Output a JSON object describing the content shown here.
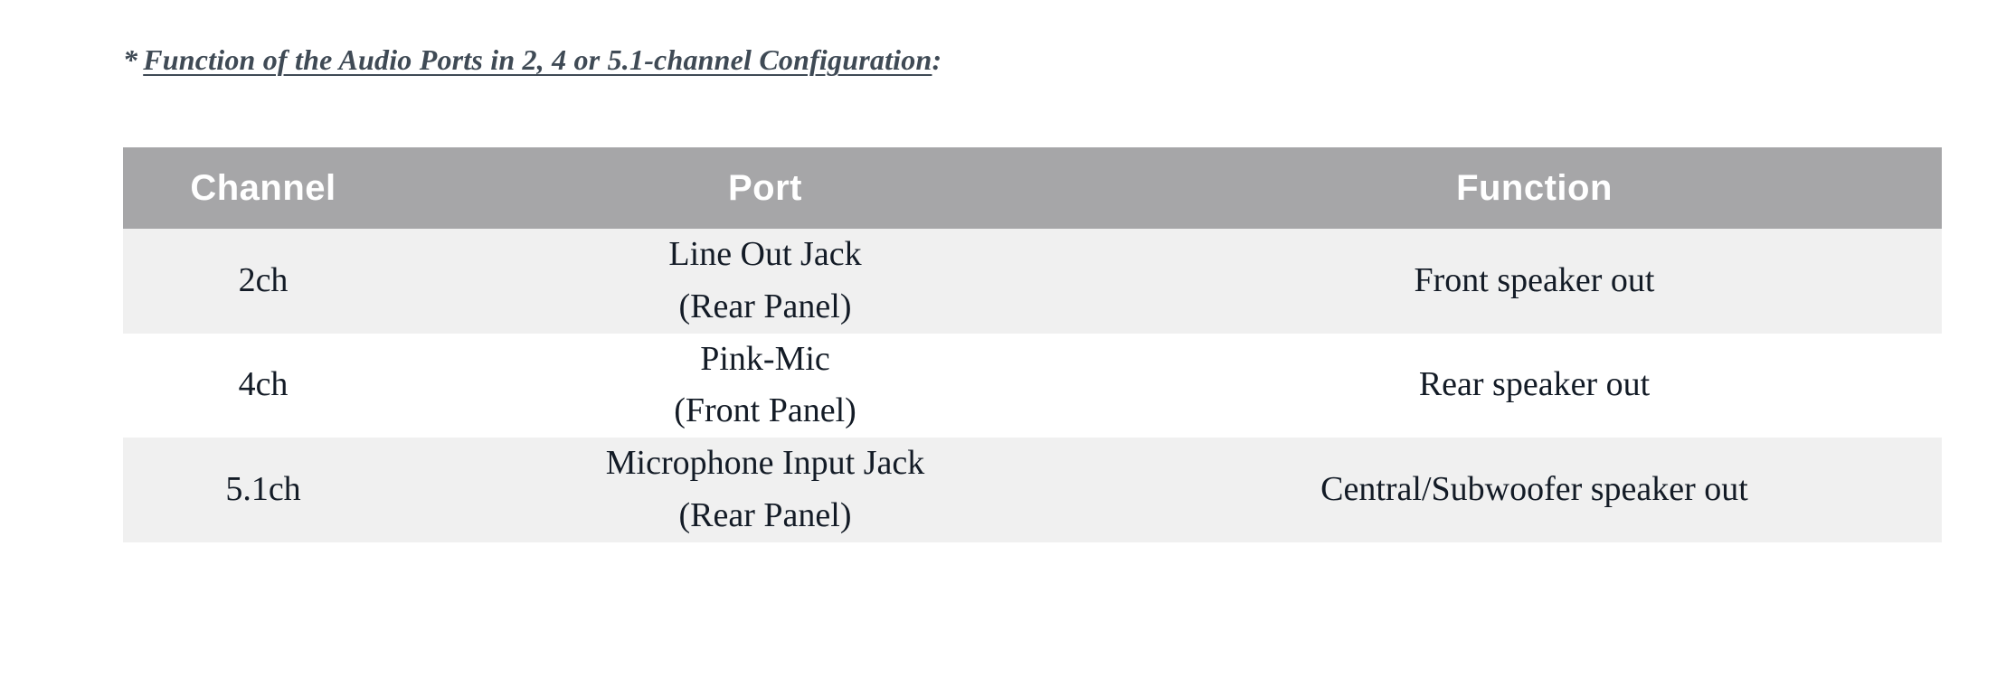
{
  "note": {
    "marker": "*",
    "underlined_text": "Function of the Audio Ports in 2, 4 or 5.1-channel Configuration",
    "tail": ":"
  },
  "table": {
    "columns": [
      "Channel",
      "Port",
      "Function"
    ],
    "header_bg": "#a6a6a8",
    "header_text_color": "#ffffff",
    "shaded_row_bg": "#f0f0f0",
    "plain_row_bg": "#ffffff",
    "body_text_color": "#131b26",
    "rows": [
      {
        "channel": "2ch",
        "port_line1": "Line Out Jack",
        "port_line2": "(Rear Panel)",
        "function": "Front speaker out"
      },
      {
        "channel": "4ch",
        "port_line1": "Pink-Mic",
        "port_line2": "(Front Panel)",
        "function": "Rear speaker out"
      },
      {
        "channel": "5.1ch",
        "port_line1": "Microphone Input Jack",
        "port_line2": "(Rear Panel)",
        "function": "Central/Subwoofer speaker out"
      }
    ]
  }
}
